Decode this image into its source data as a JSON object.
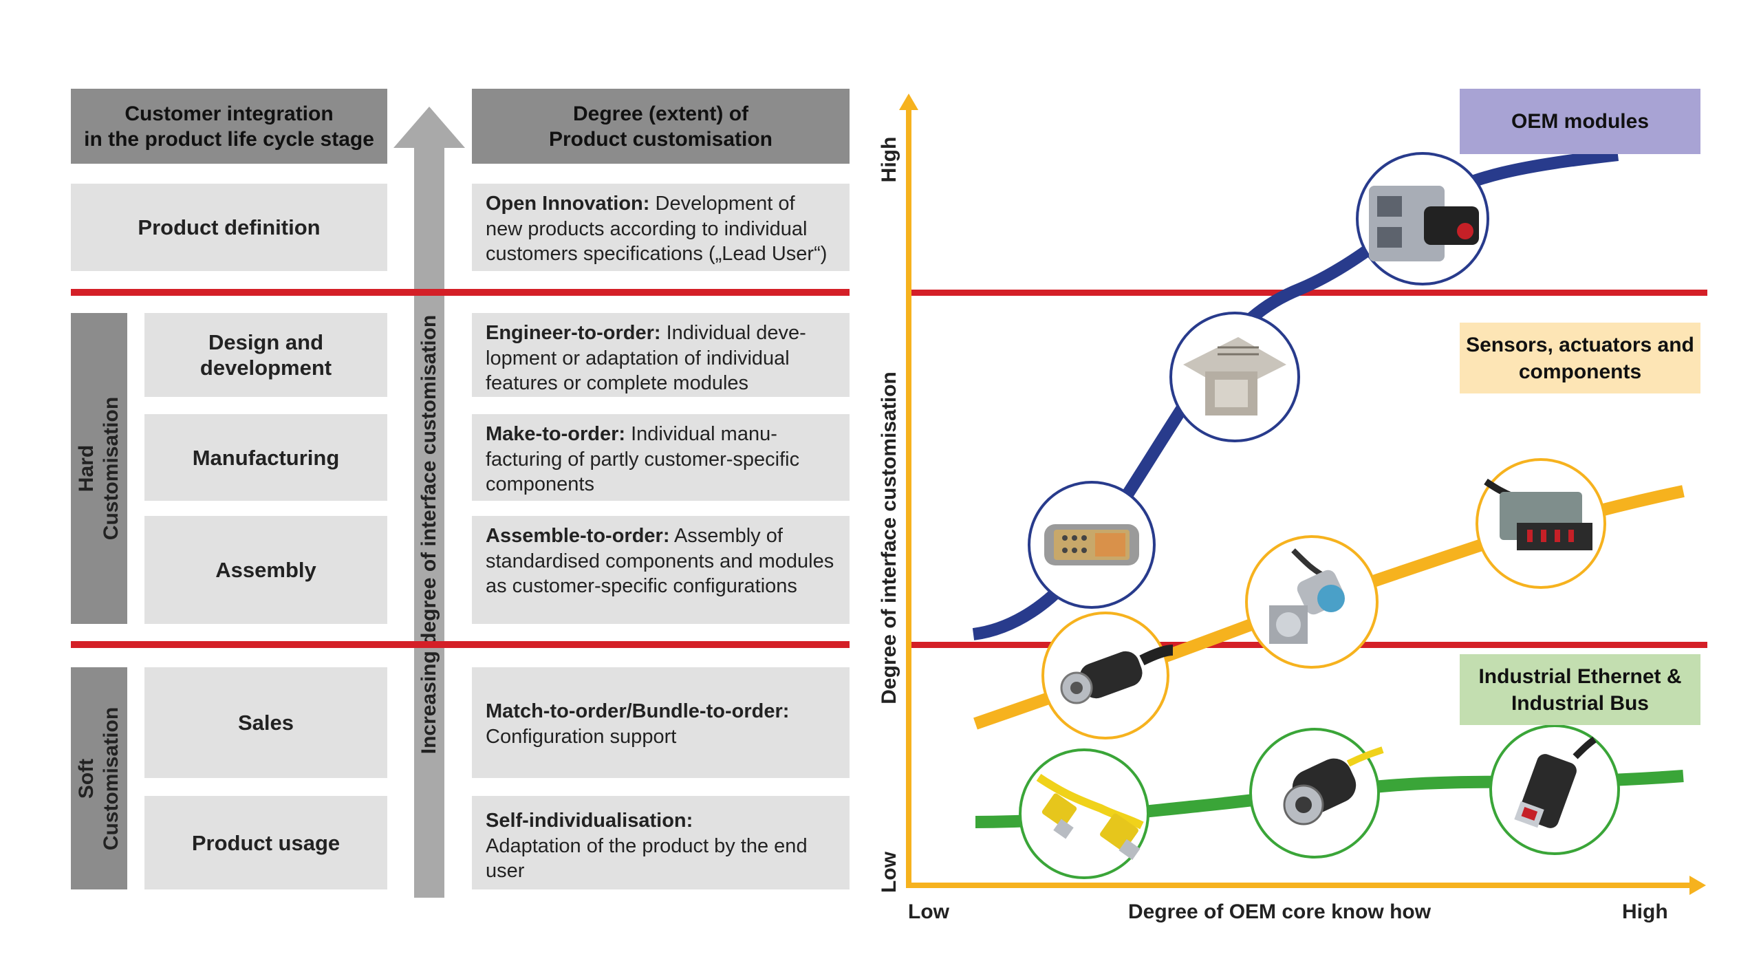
{
  "left": {
    "header_stage": "Customer integration\nin the product life cycle stage",
    "header_degree": "Degree (extent) of\nProduct customisation",
    "arrow_label": "Increasing degree of interface customisation",
    "hard_label": "Hard\nCustomisation",
    "soft_label": "Soft\nCustomisation",
    "rows": [
      {
        "stage": "Product definition",
        "term": "Open Innovation:",
        "text": " Development of new products according to individual customers specifications („Lead User“)"
      },
      {
        "stage": "Design and\ndevelopment",
        "term": "Engineer-to-order:",
        "text": " Individual deve-lopment or adaptation of individual features or complete modules"
      },
      {
        "stage": "Manufacturing",
        "term": "Make-to-order:",
        "text": " Individual manu-facturing of partly customer-specific components"
      },
      {
        "stage": "Assembly",
        "term": "Assemble-to-order:",
        "text": " Assembly of standardised components and modules as customer-specific configurations"
      },
      {
        "stage": "Sales",
        "term": "Match-to-order/Bundle-to-order:",
        "text": "Configuration support"
      },
      {
        "stage": "Product usage",
        "term": "Self-individualisation:",
        "text": "Adaptation of the product by the end user"
      }
    ]
  },
  "right": {
    "y_axis_label": "Degree of interface customisation",
    "y_high": "High",
    "y_low": "Low",
    "x_axis_label": "Degree of OEM core know how",
    "x_low": "Low",
    "x_high": "High",
    "categories": [
      {
        "label": "OEM modules",
        "color": "#a8a3d4"
      },
      {
        "label": "Sensors, actuators and\ncomponents",
        "color": "#fde5b5"
      },
      {
        "label": "Industrial Ethernet &\nIndustrial Bus",
        "color": "#c3deb0"
      }
    ],
    "colors": {
      "axis": "#f6b21e",
      "oem_curve": "#283b8c",
      "sensor_curve": "#f6b21e",
      "ethernet_curve": "#3aa538",
      "divider": "#d41f27"
    }
  }
}
